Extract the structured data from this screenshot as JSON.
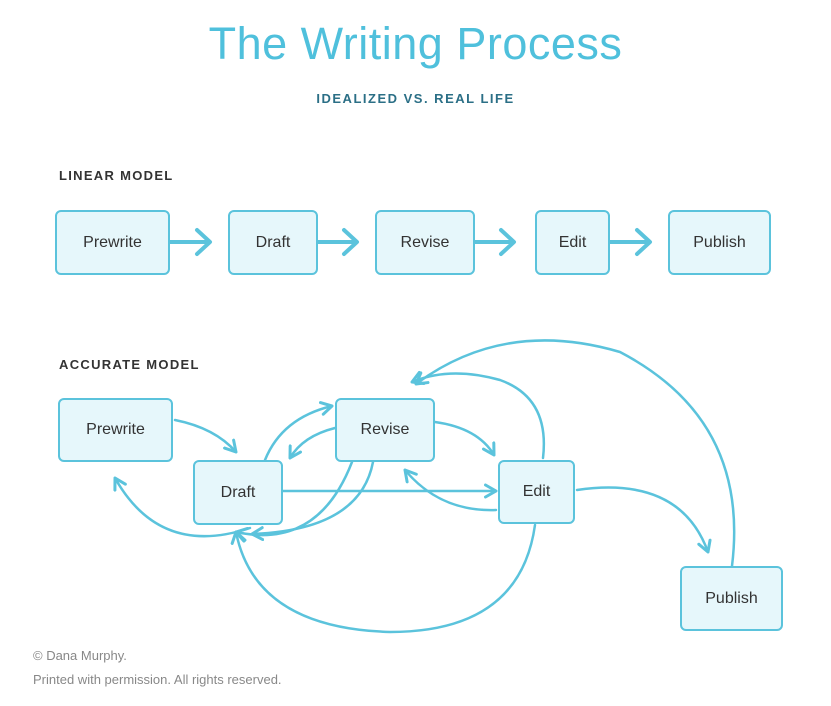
{
  "title": "The Writing Process",
  "subtitle": "IDEALIZED VS. REAL LIFE",
  "linear": {
    "heading": "LINEAR MODEL",
    "steps": [
      "Prewrite",
      "Draft",
      "Revise",
      "Edit",
      "Publish"
    ]
  },
  "accurate": {
    "heading": "ACCURATE MODEL",
    "nodes": {
      "prewrite": "Prewrite",
      "draft": "Draft",
      "revise": "Revise",
      "edit": "Edit",
      "publish": "Publish"
    }
  },
  "footer": {
    "copyright": "© Dana Murphy.",
    "permission": "Printed with permission. All rights reserved."
  },
  "colors": {
    "accent": "#5bc3dc",
    "box_fill": "#e6f7fb",
    "title": "#4fc0dc",
    "subtitle": "#2b6f86"
  }
}
